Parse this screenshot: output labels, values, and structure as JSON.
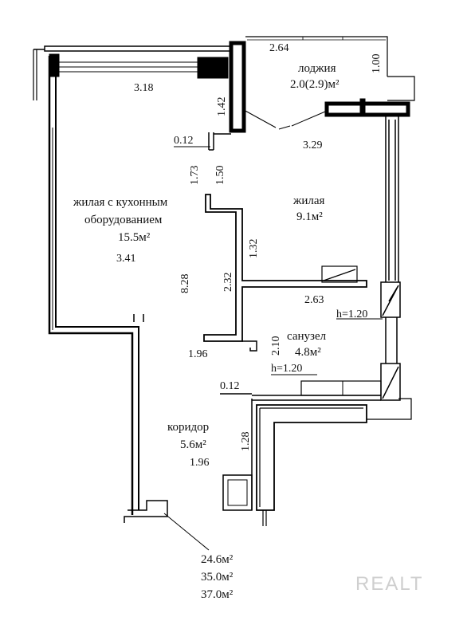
{
  "rooms": {
    "loggia": {
      "name": "лоджия",
      "area": "2.0(2.9)м²"
    },
    "living": {
      "name": "жилая",
      "area": "9.1м²"
    },
    "kitchen_living": {
      "name_line1": "жилая с кухонным",
      "name_line2": "оборудованием",
      "area": "15.5м²"
    },
    "bathroom": {
      "name": "санузел",
      "area": "4.8м²"
    },
    "corridor": {
      "name": "коридор",
      "area": "5.6м²"
    }
  },
  "dimensions": {
    "d_264": "2.64",
    "d_318": "3.18",
    "d_100": "1.00",
    "d_142": "1.42",
    "d_012_top": "0.12",
    "d_329": "3.29",
    "d_173": "1.73",
    "d_150": "1.50",
    "d_132": "1.32",
    "d_341": "3.41",
    "d_828": "8.28",
    "d_232": "2.32",
    "d_263": "2.63",
    "d_h120_top": "h=1.20",
    "d_210": "2.10",
    "d_196_left": "1.96",
    "d_h120_bottom": "h=1.20",
    "d_012_bottom": "0.12",
    "d_128": "1.28",
    "d_196_corridor": "1.96"
  },
  "totals": {
    "living_area": "24.6м²",
    "total_area": "35.0м²",
    "total_with_loggia": "37.0м²"
  },
  "watermark": "REALT"
}
